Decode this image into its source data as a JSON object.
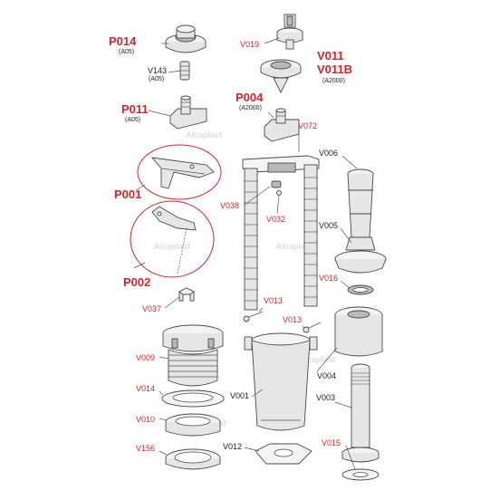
{
  "colors": {
    "accent": "#d8232a",
    "text": "#222222",
    "part_fill": "#e6e6e6",
    "outline": "#4a4a4a"
  },
  "watermark": "Alcaplast",
  "labels_red": {
    "p014": "P014",
    "p011": "P011",
    "p004": "P004",
    "p001": "P001",
    "p002": "P002",
    "v011": "V011",
    "v011b": "V011B"
  },
  "labels_red_small": {
    "v019": "V019",
    "v072": "V072",
    "v038": "V038",
    "v032": "V032",
    "v016": "V016",
    "v037": "V037",
    "v013a": "V013",
    "v013b": "V013",
    "v009": "V009",
    "v014": "V014",
    "v010": "V010",
    "v156": "V156",
    "v015": "V015"
  },
  "labels_black": {
    "v143": "V143",
    "v006": "V006",
    "v005": "V005",
    "v004": "V004",
    "v001": "V001",
    "v003": "V003",
    "v012": "V012"
  },
  "variants": {
    "p014": "(A05)",
    "v143": "(A05)",
    "p011": "(A05)",
    "p004": "(A2000)",
    "v011": "(A2000)"
  }
}
